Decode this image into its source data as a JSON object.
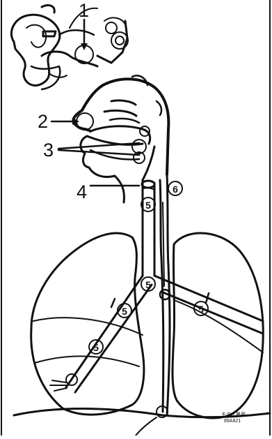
{
  "diagram": {
    "labels": [
      "1",
      "2",
      "3",
      "4"
    ],
    "circled": [
      "5",
      "6"
    ],
    "corner_mark": [
      "モタイ晨用",
      "89A821"
    ]
  }
}
